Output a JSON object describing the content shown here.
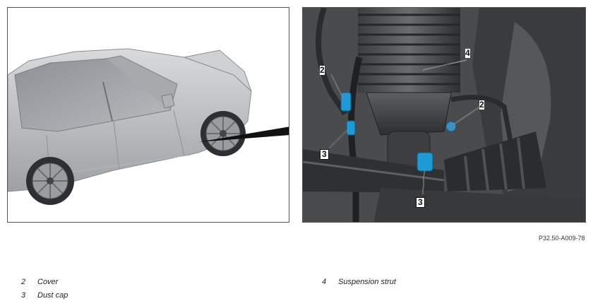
{
  "figure": {
    "reference_code": "P32.50-A009-78"
  },
  "callouts": {
    "cover_left": "2",
    "cover_right": "2",
    "dust_cap_left": "3",
    "dust_cap_bottom": "3",
    "suspension_strut": "4"
  },
  "legend": {
    "items": [
      {
        "number": "2",
        "label": "Cover"
      },
      {
        "number": "3",
        "label": "Dust cap"
      },
      {
        "number": "4",
        "label": "Suspension strut"
      }
    ]
  },
  "colors": {
    "highlight": "#1e9ad6",
    "car_body": "#c9cbcd",
    "metal_dark": "#3a3b3d",
    "line": "#111111"
  }
}
